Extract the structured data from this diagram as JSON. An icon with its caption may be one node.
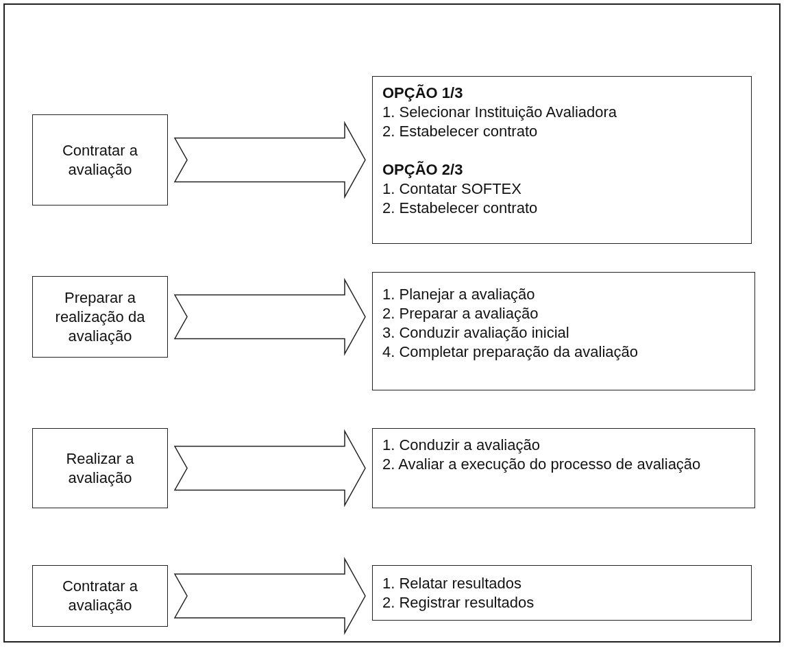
{
  "diagram": {
    "nodes": [
      {
        "text": [
          "Contratar a avaliação"
        ]
      },
      {
        "text": [
          "OPÇÃO 1/3",
          "1. Selecionar Instituição Avaliadora",
          "2. Estabelecer contrato",
          "OPÇÃO 2/3",
          "1. Contatar SOFTEX",
          "2. Estabelecer contrato"
        ]
      },
      {
        "text": [
          "Preparar a realização da avaliação"
        ]
      },
      {
        "text": [
          "1. Planejar a avaliação",
          "2. Preparar a avaliação",
          "3. Conduzir avaliação inicial",
          "4. Completar preparação da avaliação"
        ]
      },
      {
        "text": [
          "Realizar a avaliação"
        ]
      },
      {
        "text": [
          "1. Conduzir a avaliação",
          "2. Avaliar a execução do processo de avaliação"
        ]
      },
      {
        "text": [
          "Contratar a avaliação"
        ]
      },
      {
        "text": [
          "1. Relatar resultados",
          "2. Registrar resultados"
        ]
      }
    ],
    "edges": [
      {
        "from": 0,
        "to": 1,
        "arrow": "to"
      },
      {
        "from": 2,
        "to": 3,
        "arrow": "to"
      },
      {
        "from": 4,
        "to": 5,
        "arrow": "to"
      },
      {
        "from": 6,
        "to": 7,
        "arrow": "to"
      }
    ]
  }
}
